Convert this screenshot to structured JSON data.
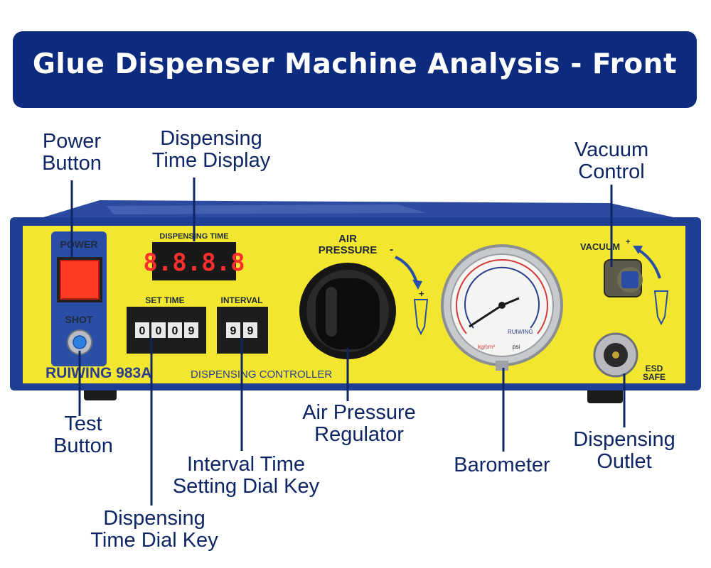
{
  "title": "Glue Dispenser Machine Analysis - Front",
  "colors": {
    "banner": "#0c2a7e",
    "panel": "#f2e62e",
    "chassis": "#1f3f95",
    "label": "#0e2666"
  },
  "panel": {
    "power": "POWER",
    "shot": "SHOT",
    "dispensing_time": "DISPENSING TIME",
    "display": "8.8.8.8",
    "set_time": "SET TIME",
    "set_time_digits": [
      "0",
      "0",
      "0",
      "9"
    ],
    "interval": "INTERVAL",
    "interval_digits": [
      "9",
      "9"
    ],
    "air_pressure_line1": "AIR",
    "air_pressure_line2": "PRESSURE",
    "minus": "-",
    "plus": "+",
    "vacuum": "VACUUM",
    "brand_bold": "RUIWING 983A",
    "brand_light": "DISPENSING CONTROLLER",
    "esd_line1": "ESD",
    "esd_line2": "SAFE",
    "gauge_brand": "RUIWING",
    "gauge_unit_left": "kg/cm²",
    "gauge_unit_right": "psi"
  },
  "callouts": {
    "power_button": [
      "Power",
      "Button"
    ],
    "time_display": [
      "Dispensing",
      "Time Display"
    ],
    "vacuum_control": [
      "Vacuum",
      "Control"
    ],
    "test_button": [
      "Test",
      "Button"
    ],
    "air_regulator": [
      "Air Pressure",
      "Regulator"
    ],
    "interval_dial": [
      "Interval Time",
      "Setting Dial Key"
    ],
    "barometer": [
      "Barometer"
    ],
    "dispensing_outlet": [
      "Dispensing",
      "Outlet"
    ],
    "time_dial": [
      "Dispensing",
      "Time Dial Key"
    ]
  }
}
